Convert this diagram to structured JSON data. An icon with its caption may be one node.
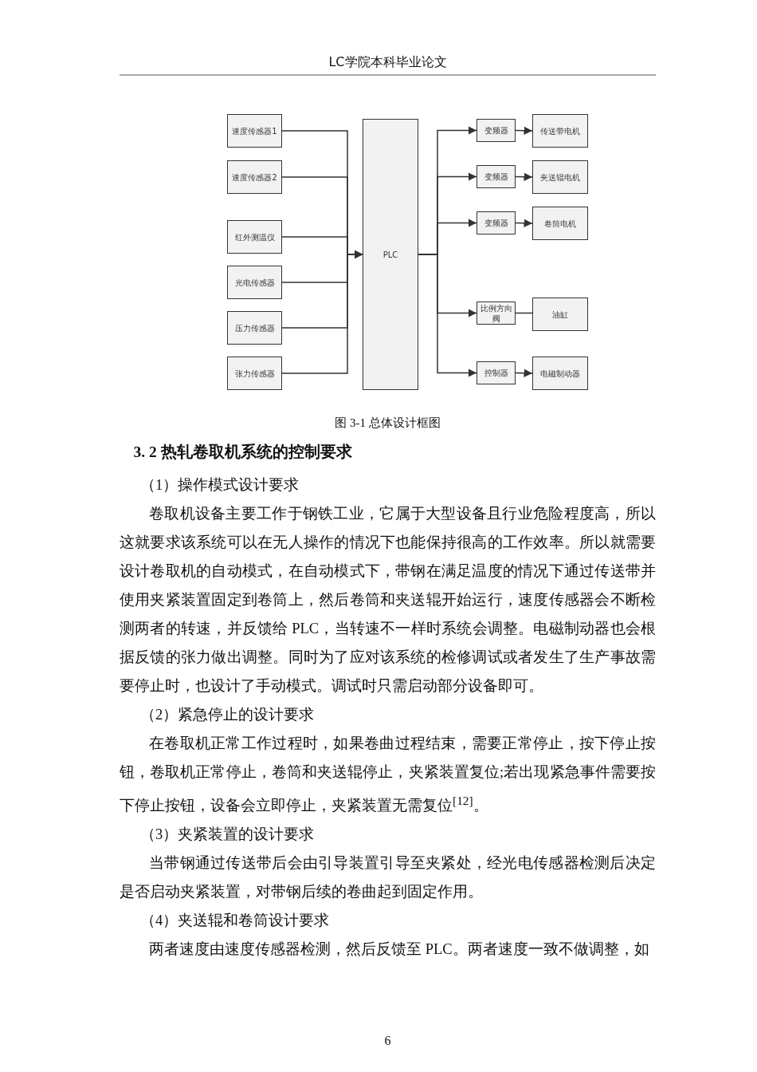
{
  "diagram": {
    "caption": "图 3-1 总体设计框图",
    "nodes": [
      {
        "text": [
          "速度传感器1"
        ]
      },
      {
        "text": [
          "速度传感器2"
        ]
      },
      {
        "text": [
          "红外测温仪"
        ]
      },
      {
        "text": [
          "光电传感器"
        ]
      },
      {
        "text": [
          "压力传感器"
        ]
      },
      {
        "text": [
          "张力传感器"
        ]
      },
      {
        "text": [
          "PLC"
        ]
      },
      {
        "text": [
          "变频器"
        ]
      },
      {
        "text": [
          "传送带电机"
        ]
      },
      {
        "text": [
          "变频器"
        ]
      },
      {
        "text": [
          "夹送辊电机"
        ]
      },
      {
        "text": [
          "变频器"
        ]
      },
      {
        "text": [
          "卷筒电机"
        ]
      },
      {
        "text": [
          "比例方向阀"
        ]
      },
      {
        "text": [
          "油缸"
        ]
      },
      {
        "text": [
          "控制器"
        ]
      },
      {
        "text": [
          "电磁制动器"
        ]
      }
    ],
    "edges": [
      {
        "from": 0,
        "to": 6,
        "arrow": "to"
      },
      {
        "from": 1,
        "to": 6,
        "arrow": "to"
      },
      {
        "from": 2,
        "to": 6,
        "arrow": "to"
      },
      {
        "from": 3,
        "to": 6,
        "arrow": "to"
      },
      {
        "from": 4,
        "to": 6,
        "arrow": "to"
      },
      {
        "from": 5,
        "to": 6,
        "arrow": "to"
      },
      {
        "from": 6,
        "to": 7,
        "arrow": "to"
      },
      {
        "from": 6,
        "to": 9,
        "arrow": "to"
      },
      {
        "from": 6,
        "to": 11,
        "arrow": "to"
      },
      {
        "from": 6,
        "to": 13,
        "arrow": "to"
      },
      {
        "from": 6,
        "to": 15,
        "arrow": "to"
      },
      {
        "from": 7,
        "to": 8,
        "arrow": "to"
      },
      {
        "from": 9,
        "to": 10,
        "arrow": "to"
      },
      {
        "from": 11,
        "to": 12,
        "arrow": "to"
      },
      {
        "from": 13,
        "to": 14,
        "arrow": "to"
      },
      {
        "from": 15,
        "to": 16,
        "arrow": "to"
      }
    ],
    "labels": [
      "LC学院本科毕业论文",
      "3. 2 热轧卷取机系统的控制要求",
      "（1）操作模式设计要求",
      "卷取机设备主要工作于钢铁工业，它属于大型设备且行业危险程度高，所以这就要求该系统可以在无人操作的情况下也能保持很高的工作效率。所以就需要设计卷取机的自动模式，在自动模式下，带钢在满足温度的情况下通过传送带并使用夹紧装置固定到卷筒上，然后卷筒和夹送辊开始运行，速度传感器会不断检测两者的转速，并反馈给 PLC，当转速不一样时系统会调整。电磁制动器也会根据反馈的张力做出调整。同时为了应对该系统的检修调试或者发生了生产事故需要停止时，也设计了手动模式。调试时只需启动部分设备即可。",
      "（2）紧急停止的设计要求",
      "在卷取机正常工作过程时，如果卷曲过程结束，需要正常停止，按下停止按钮，卷取机正常停止，卷筒和夹送辊停止，夹紧装置复位;若出现紧急事件需要按下停止按钮，设备会立即停止，夹紧装置无需复位$^{[12]}$。",
      "（3）夹紧装置的设计要求",
      "当带钢通过传送带后会由引导装置引导至夹紧处，经光电传感器检测后决定是否启动夹紧装置，对带钢后续的卷曲起到固定作用。",
      "（4）夹送辊和卷筒设计要求",
      "两者速度由速度传感器检测，然后反馈至 PLC。两者速度一致不做调整，如",
      "6"
    ]
  }
}
